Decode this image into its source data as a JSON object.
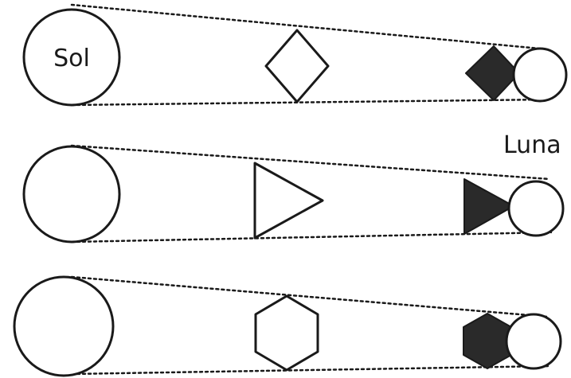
{
  "labels": {
    "sun": "Sol",
    "moon": "Luna"
  },
  "rows": [
    {
      "object_shape": "rombo"
    },
    {
      "object_shape": "triángulo"
    },
    {
      "object_shape": "hexágono"
    }
  ]
}
